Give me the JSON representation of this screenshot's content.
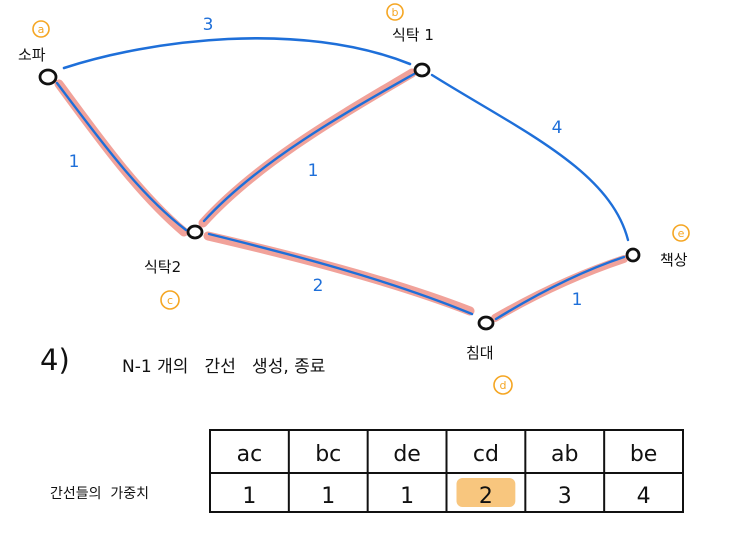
{
  "graph": {
    "nodes": [
      {
        "id": "a",
        "label": "소파",
        "tag": "a"
      },
      {
        "id": "b",
        "label": "식탁 1",
        "tag": "b"
      },
      {
        "id": "c",
        "label": "식탁2",
        "tag": "c"
      },
      {
        "id": "d",
        "label": "침대",
        "tag": "d"
      },
      {
        "id": "e",
        "label": "책상",
        "tag": "e"
      }
    ],
    "edges": [
      {
        "from": "a",
        "to": "b",
        "weight": "3",
        "selected": false
      },
      {
        "from": "b",
        "to": "e",
        "weight": "4",
        "selected": false
      },
      {
        "from": "a",
        "to": "c",
        "weight": "1",
        "selected": true
      },
      {
        "from": "b",
        "to": "c",
        "weight": "1",
        "selected": true
      },
      {
        "from": "c",
        "to": "d",
        "weight": "2",
        "selected": true
      },
      {
        "from": "d",
        "to": "e",
        "weight": "1",
        "selected": true
      }
    ]
  },
  "step": {
    "number": "4)",
    "text": "N-1 개의   간선   생성, 종료"
  },
  "table": {
    "row_label": "간선들의  가중치",
    "headers": [
      "ac",
      "bc",
      "de",
      "cd",
      "ab",
      "be"
    ],
    "values": [
      "1",
      "1",
      "1",
      "2",
      "3",
      "4"
    ],
    "highlight_index": 3
  },
  "colors": {
    "edge": "#1e6fd9",
    "selected": "#f1a29a",
    "tag": "#f5a623",
    "highlight_cell": "#f8c67e",
    "ink": "#111111"
  }
}
